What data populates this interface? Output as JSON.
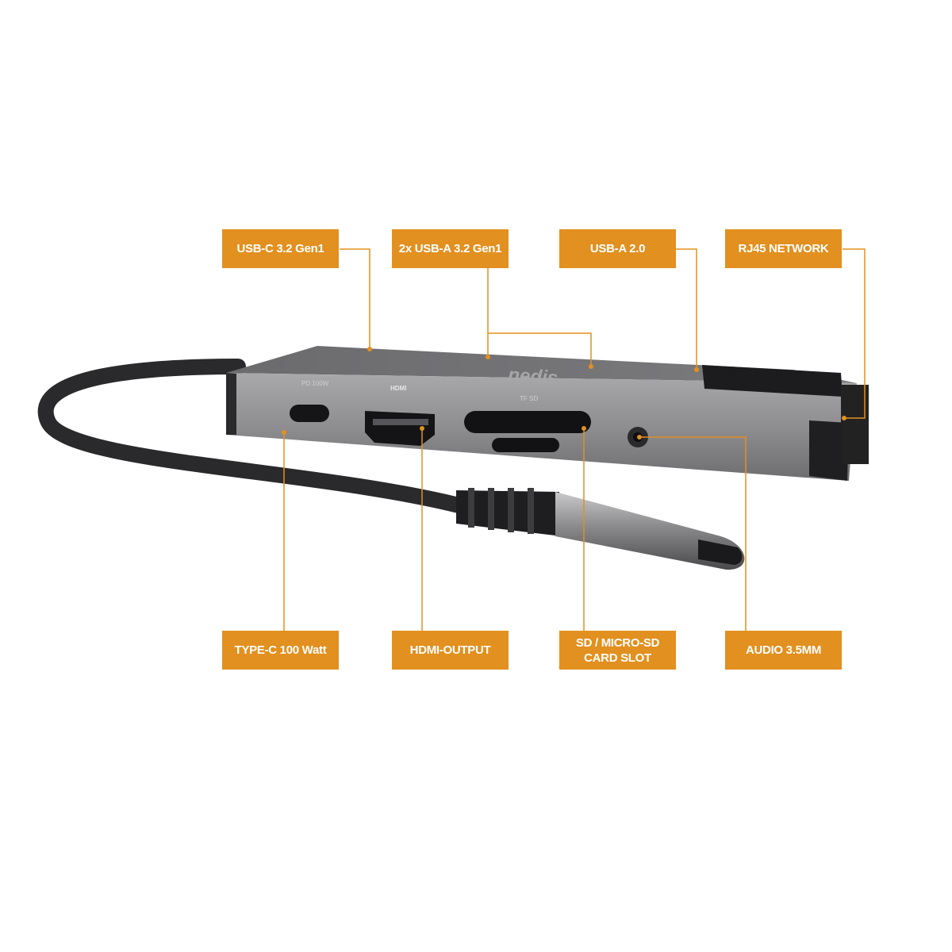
{
  "accent_color": "#e2901f",
  "callouts": {
    "top": [
      {
        "label": "USB-C 3.2 Gen1"
      },
      {
        "label": "2x USB-A 3.2 Gen1"
      },
      {
        "label": "USB-A 2.0"
      },
      {
        "label": "RJ45 NETWORK"
      }
    ],
    "bottom": [
      {
        "label": "TYPE-C 100 Watt"
      },
      {
        "label": "HDMI-OUTPUT"
      },
      {
        "label": "SD / MICRO-SD CARD SLOT"
      },
      {
        "label": "AUDIO 3.5MM"
      }
    ]
  },
  "device": {
    "brand": "nedis",
    "port_markings": [
      "PD 100W",
      "HDMI",
      "TF SD"
    ]
  }
}
